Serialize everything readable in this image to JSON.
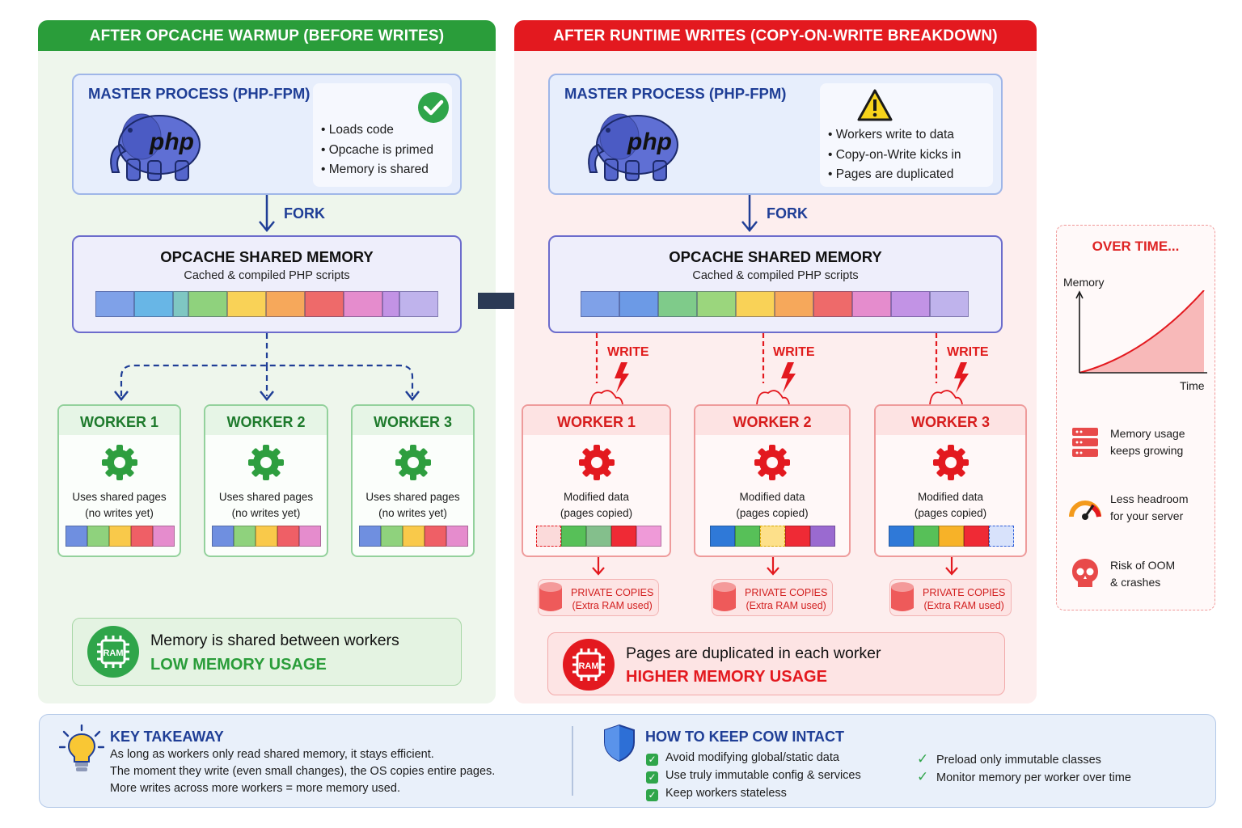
{
  "left": {
    "header": "AFTER OPCACHE WARMUP (BEFORE WRITES)",
    "master": {
      "title": "MASTER PROCESS (PHP-FPM)",
      "items": [
        "Loads code",
        "Opcache is primed",
        "Memory is shared"
      ],
      "logo_text": "php",
      "status_icon": "check-circle-icon"
    },
    "fork": "FORK",
    "shared": {
      "title": "OPCACHE SHARED MEMORY",
      "subtitle": "Cached & compiled PHP scripts"
    },
    "workers": [
      {
        "title": "WORKER 1",
        "line1": "Uses shared pages",
        "line2": "(no writes yet)"
      },
      {
        "title": "WORKER 2",
        "line1": "Uses shared pages",
        "line2": "(no writes yet)"
      },
      {
        "title": "WORKER 3",
        "line1": "Uses shared pages",
        "line2": "(no writes yet)"
      }
    ],
    "summary": {
      "line1": "Memory is shared between workers",
      "line2": "LOW MEMORY USAGE",
      "icon": "chip-icon"
    }
  },
  "right": {
    "header": "AFTER RUNTIME WRITES (COPY-ON-WRITE BREAKDOWN)",
    "master": {
      "title": "MASTER PROCESS (PHP-FPM)",
      "items": [
        "Workers write to data",
        "Copy-on-Write kicks in",
        "Pages are duplicated"
      ],
      "logo_text": "php",
      "status_icon": "warning-icon"
    },
    "fork": "FORK",
    "shared": {
      "title": "OPCACHE SHARED MEMORY",
      "subtitle": "Cached & compiled PHP scripts"
    },
    "write_label": "WRITE",
    "workers": [
      {
        "title": "WORKER 1",
        "line1": "Modified data",
        "line2": "(pages copied)",
        "private1": "PRIVATE COPIES",
        "private2": "(Extra RAM used)"
      },
      {
        "title": "WORKER 2",
        "line1": "Modified data",
        "line2": "(pages copied)",
        "private1": "PRIVATE COPIES",
        "private2": "(Extra RAM used)"
      },
      {
        "title": "WORKER 3",
        "line1": "Modified data",
        "line2": "(pages copied)",
        "private1": "PRIVATE COPIES",
        "private2": "(Extra RAM used)"
      }
    ],
    "summary": {
      "line1": "Pages are duplicated in each worker",
      "line2": "HIGHER MEMORY USAGE",
      "icon": "chip-icon"
    }
  },
  "over_time": {
    "title": "OVER TIME...",
    "ylabel": "Memory",
    "xlabel": "Time",
    "items": [
      {
        "icon": "server-icon",
        "line1": "Memory usage",
        "line2": "keeps growing"
      },
      {
        "icon": "gauge-icon",
        "line1": "Less headroom",
        "line2": "for your server"
      },
      {
        "icon": "skull-icon",
        "line1": "Risk of OOM",
        "line2": "& crashes"
      }
    ]
  },
  "takeaway": {
    "title": "KEY TAKEAWAY",
    "lines": [
      "As long as workers only read shared memory, it stays efficient.",
      "The moment they write (even small changes), the OS copies entire pages.",
      "More writes across more workers = more memory used."
    ],
    "icon": "lightbulb-icon"
  },
  "keep": {
    "title": "HOW TO KEEP COW INTACT",
    "icon": "shield-icon",
    "col1": [
      "Avoid modifying global/static data",
      "Use truly immutable config & services",
      "Keep workers stateless"
    ],
    "col2": [
      "Preload only immutable classes",
      "Monitor memory per worker over time"
    ]
  },
  "colors": {
    "green": "#2e9e3f",
    "red": "#e3191f",
    "navy": "#1f3e96",
    "arrow": "#2b3a55"
  }
}
